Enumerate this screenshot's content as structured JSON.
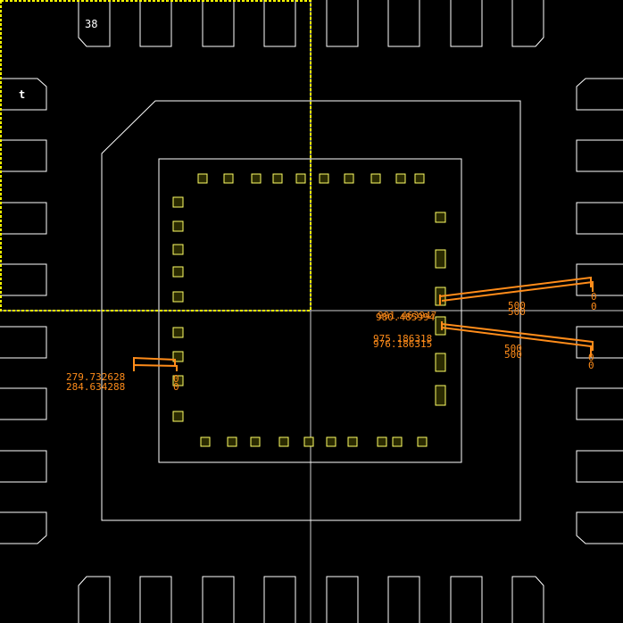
{
  "view": {
    "background": "#000000",
    "outline_color": "#ffffff",
    "pad_color": "#ffff66",
    "selection_color": "#ffff00",
    "measure_color": "#ff8c1a"
  },
  "markers": {
    "top_left_label": "38",
    "corner_glyph": "t"
  },
  "measurements": {
    "right_upper": {
      "value_a": "980.485994",
      "value_b": "991.463947",
      "end_a": "500",
      "end_b": "500",
      "zero_a": "0",
      "zero_b": "0"
    },
    "right_lower": {
      "value_a": "975.186318",
      "value_b": "976.186315",
      "end_a": "500",
      "end_b": "500",
      "zero_a": "0",
      "zero_b": "0"
    },
    "left": {
      "value_a": "279.732628",
      "value_b": "284.634288",
      "zero_a": "0",
      "zero_b": "0"
    }
  }
}
